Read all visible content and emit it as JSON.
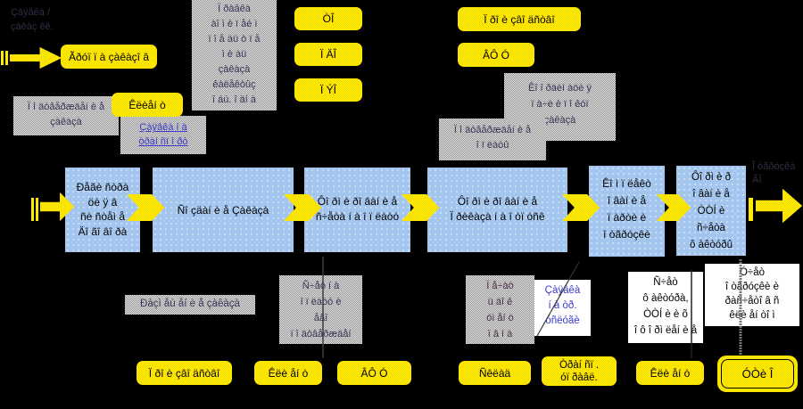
{
  "top": {
    "corner_note": "Çàÿâêà /\nçàêàç êë.",
    "group_orders": "Ãðóï ï à çàêàçî â",
    "check_note": "Ï ðàâêà\nàî ì è ï åé ì\nï î å àü ò ï å\nì è àü\nçàêàçà\nêàëåêòûç\nî áú. î äí à",
    "dept_to": "ÒÎ",
    "dept_pdo": "Ï ÄÎ",
    "dept_peo": "Ï ÝÎ",
    "production": "Ï ðî è çâî äñòâî",
    "vfu": "ÂÔ Ó",
    "coordination_note": "Êî î ðäèí àöè ÿ\nï à÷è è ï î êóï\nçàêàçà",
    "payment_note": "Ï î äòâåðæäåí è å\nî ï ëàòû",
    "confirm_note": "Ï î äòâåðæäåí è å\nçàêàçà",
    "client_top": "Êëèåí ò",
    "transport_link": "Çàÿâêà í à\nòðàí ñï î ðò"
  },
  "flow": {
    "step1": "Ðåãè ñòðà\nöè ÿ â\nñè ñòåì å\nÄî ãî âî ðà",
    "step2": "Ñî çäàí è å Çàêàçà",
    "step3": "Ôî ðì è ðî âàí è å\nñ÷åòà í à î ï ëàòó",
    "step4": "Ôî ðì è ðî âàí è å\nÏ ðèêàçà í à î òï óñê",
    "step5": "Êî ì ï ëåêò\nî âàí è å\nï àðòè è\nî òãðóçêè",
    "step6": "Ôî ðì è ð\nî âàí è å\nÒÒÍ  è\nñ÷åòà\nô àêòóðû",
    "right_note": "Î òãðóçêà\nÃÏ"
  },
  "bottom": {
    "placement": "Ðàçì åù åí è å çàêàçà",
    "invoice_note": "Ñ÷åò í à\nî ï ëàòó è\nåãî\nï î äòâåðæäåí",
    "print_note": "Ï å÷àò\nü äî ê\nóì åí ò\nî â í à",
    "transport_request": "Çàÿâêà\ní à òð.\nóñëóãè",
    "ttn_note": "Ñ÷åò\nô àêòóðà,\nÒÒÍ  è è õ\nî ô î ðì ëåí è å",
    "shipping_note": "Ó÷åò\nî òãðóçêè è\nðàñ÷åòî â ñ\nêëè åí òî ì",
    "label_production": "Ï ðî è çâî äñòâî",
    "label_client1": "Êëè åí ò",
    "label_vfu": "ÂÔ Ó",
    "label_sklad": "Ñêëàä",
    "label_transp": "Òðàí ñï .\nóï ðàâë.",
    "label_client2": "Êëè åí ò",
    "label_utio": "ÓÒè Î"
  },
  "colors": {
    "yellow": "#ffec00",
    "blue_box": "#a4c6ee",
    "link_blue": "#3a3acc"
  }
}
